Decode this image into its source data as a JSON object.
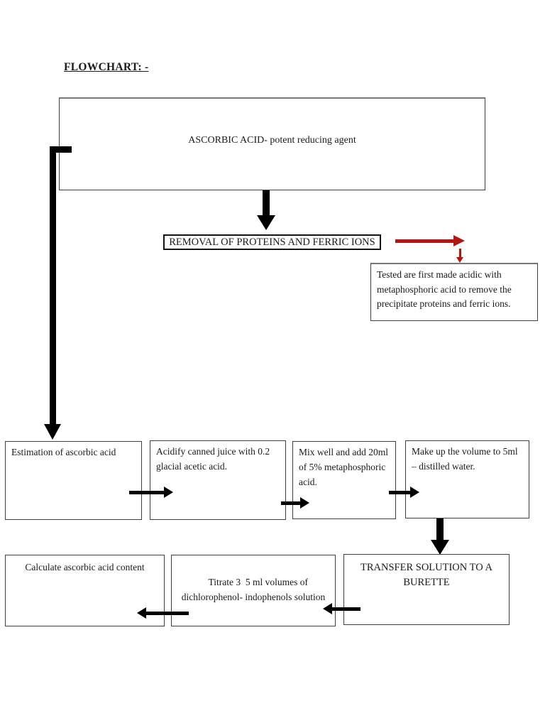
{
  "page": {
    "title": "FLOWCHART: -"
  },
  "flowchart": {
    "ascorbic_acid": "ASCORBIC ACID- potent reducing agent",
    "removal": "REMOVAL OF PROTEINS AND FERRIC IONS",
    "tested_note": "Tested are first made acidic with metaphosphoric acid to remove the precipitate proteins and ferric ions.",
    "estimation": "Estimation of ascorbic acid",
    "acidify": "Acidify canned juice with 0.2 glacial acetic acid.",
    "mix_well": "Mix well and add 20ml of 5% metaphosphoric acid.",
    "make_up_volume": "Make up the volume to 5ml – distilled water.",
    "transfer": "TRANSFER SOLUTION TO A BURETTE",
    "titrate": "Titrate 3  5 ml volumes of dichlorophenol- indophenols solution",
    "calculate": "Calculate ascorbic acid content"
  },
  "colors": {
    "flow_arrow": "#000000",
    "annotation_arrow": "#b51413",
    "box_border": "#3f3f3f",
    "page_bg": "#ffffff"
  }
}
